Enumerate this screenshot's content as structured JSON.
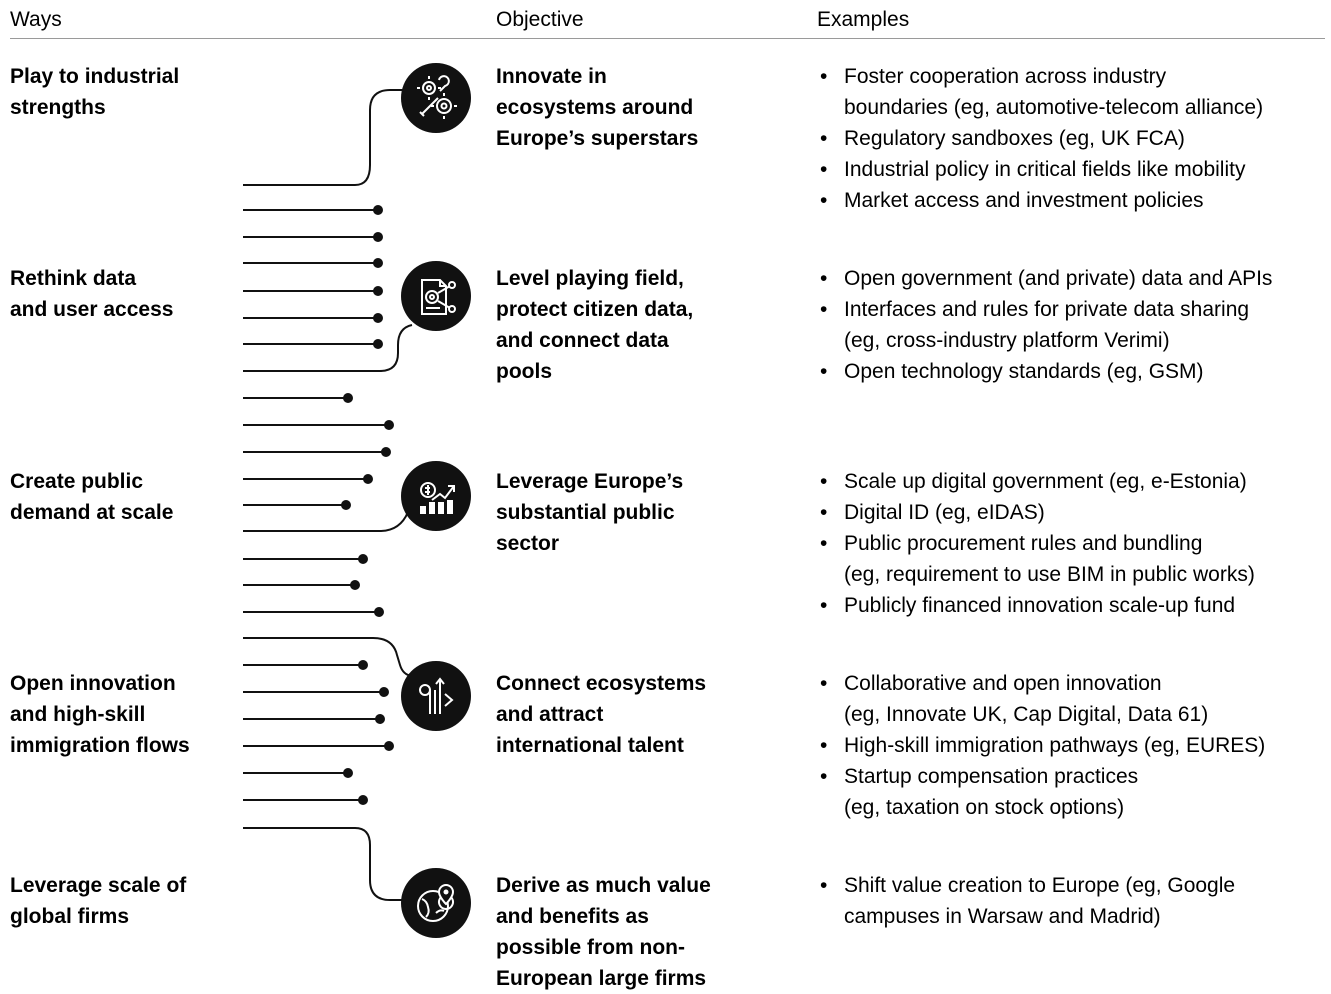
{
  "headers": {
    "ways": "Ways",
    "objective": "Objective",
    "examples": "Examples"
  },
  "rows": [
    {
      "way": [
        "Play to industrial",
        "strengths"
      ],
      "icon": "gears-wrench-icon",
      "objective": [
        "Innovate in",
        "ecosystems around",
        "Europe’s superstars"
      ],
      "examples": [
        [
          "Foster cooperation across industry",
          "boundaries (eg, automotive-telecom alliance)"
        ],
        [
          "Regulatory sandboxes (eg, UK FCA)"
        ],
        [
          "Industrial policy in critical fields like mobility"
        ],
        [
          "Market access and investment policies"
        ]
      ]
    },
    {
      "way": [
        "Rethink data",
        "and user access"
      ],
      "icon": "data-document-icon",
      "objective": [
        "Level playing field,",
        "protect citizen data,",
        "and connect data",
        "pools"
      ],
      "examples": [
        [
          "Open government (and private) data and APIs"
        ],
        [
          "Interfaces and rules for private data sharing",
          "(eg, cross-industry platform Verimi)"
        ],
        [
          "Open technology standards (eg, GSM)"
        ]
      ]
    },
    {
      "way": [
        "Create public",
        "demand at scale"
      ],
      "icon": "money-growth-icon",
      "objective": [
        "Leverage Europe’s",
        "substantial public",
        "sector"
      ],
      "examples": [
        [
          "Scale up digital government (eg, e-Estonia)"
        ],
        [
          "Digital ID (eg, eIDAS)"
        ],
        [
          "Public procurement rules and bundling",
          "(eg, requirement to use BIM in public works)"
        ],
        [
          "Publicly financed innovation scale-up fund"
        ]
      ]
    },
    {
      "way": [
        "Open innovation",
        "and high-skill",
        "immigration flows"
      ],
      "icon": "converging-arrows-icon",
      "objective": [
        "Connect ecosystems",
        "and attract",
        "international talent"
      ],
      "examples": [
        [
          "Collaborative and open innovation",
          "(eg, Innovate UK, Cap Digital, Data 61)"
        ],
        [
          "High-skill immigration pathways (eg, EURES)"
        ],
        [
          "Startup compensation practices",
          "(eg, taxation on stock options)"
        ]
      ]
    },
    {
      "way": [
        "Leverage scale of",
        "global firms"
      ],
      "icon": "globe-pin-icon",
      "objective": [
        "Derive as much value",
        "and benefits as",
        "possible from non-",
        "European large firms"
      ],
      "examples": [
        [
          "Shift value creation to Europe (eg, Google",
          "campuses in Warsaw and Madrid)"
        ]
      ]
    }
  ],
  "colors": {
    "text": "#000000",
    "icon_bg": "#111111",
    "icon_fg": "#ffffff",
    "rule": "#9a9a9a"
  }
}
